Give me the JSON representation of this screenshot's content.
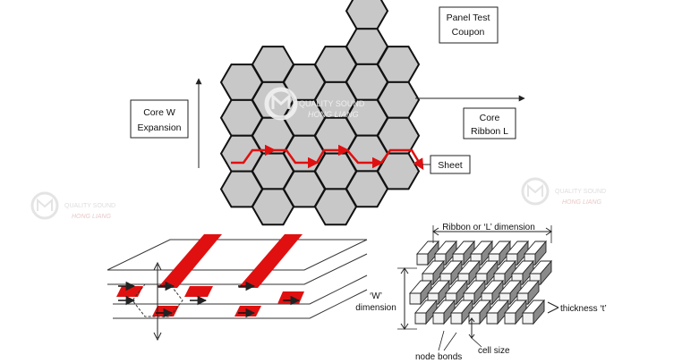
{
  "labels": {
    "panel_test_coupon": [
      "Panel Test",
      "Coupon"
    ],
    "core_w_expansion": [
      "Core W",
      "Expansion"
    ],
    "core_ribbon_l": [
      "Core",
      "Ribbon L"
    ],
    "sheet": "Sheet",
    "ribbon_dimension": "Ribbon or ‘L’ dimension",
    "w_dimension": [
      "‘W’",
      "dimension"
    ],
    "thickness": "thickness ‘t’",
    "cell_size": "cell size",
    "node_bonds": "node bonds"
  },
  "colors": {
    "hex_fill": "#c8c8c8",
    "hex_stroke": "#111111",
    "accent_red": "#e01010",
    "watermark": "#d9d9d9"
  },
  "watermarks": [
    {
      "name": "watermark-logo-center",
      "text_line1": "QUALITY SOUND",
      "text_line2": "HONG LIANG"
    },
    {
      "name": "watermark-logo-left",
      "text_line1": "QUALITY SOUND",
      "text_line2": "HONG LIANG"
    },
    {
      "name": "watermark-logo-right",
      "text_line1": "QUALITY SOUND",
      "text_line2": "HONG LIANG"
    }
  ]
}
